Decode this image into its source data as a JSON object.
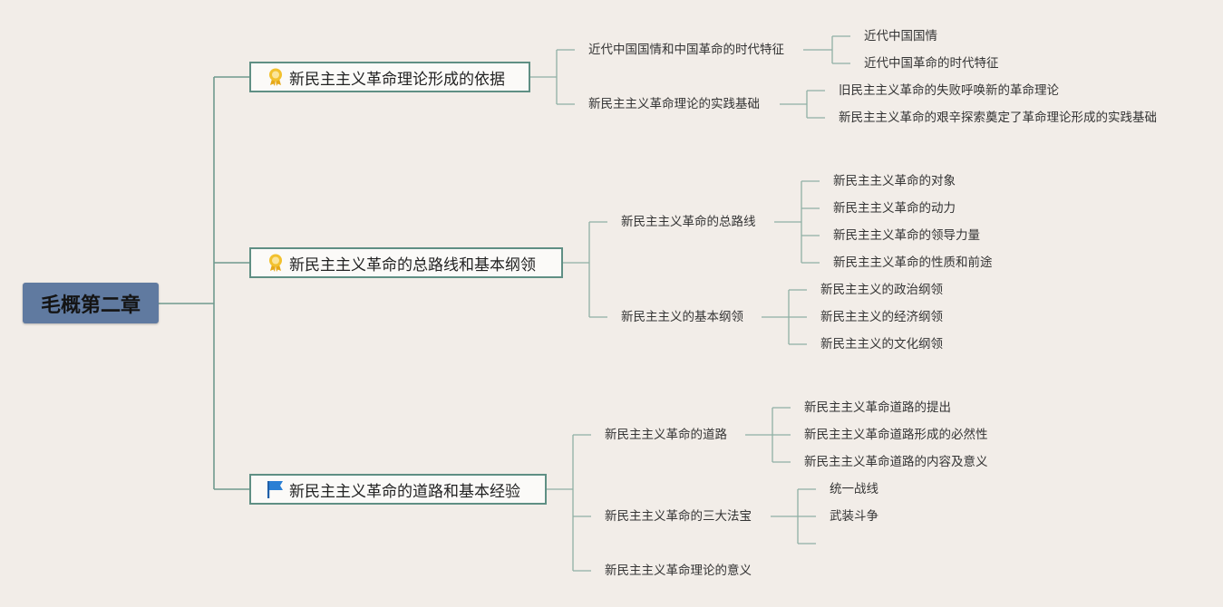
{
  "root": {
    "label": "毛概第二章"
  },
  "branches": [
    {
      "label": "新民主主义革命理论形成的依据",
      "icon": "award-ribbon-icon",
      "children": [
        {
          "label": "近代中国国情和中国革命的时代特征",
          "children": [
            "近代中国国情",
            "近代中国革命的时代特征"
          ]
        },
        {
          "label": "新民主主义革命理论的实践基础",
          "children": [
            "旧民主主义革命的失败呼唤新的革命理论",
            "新民主主义革命的艰辛探索奠定了革命理论形成的实践基础"
          ]
        }
      ]
    },
    {
      "label": "新民主主义革命的总路线和基本纲领",
      "icon": "award-ribbon-icon",
      "children": [
        {
          "label": "新民主主义革命的总路线",
          "children": [
            "新民主主义革命的对象",
            "新民主主义革命的动力",
            "新民主主义革命的领导力量",
            "新民主主义革命的性质和前途"
          ]
        },
        {
          "label": "新民主主义的基本纲领",
          "children": [
            "新民主主义的政治纲领",
            "新民主主义的经济纲领",
            "新民主主义的文化纲领"
          ]
        }
      ]
    },
    {
      "label": "新民主主义革命的道路和基本经验",
      "icon": "blue-flag-icon",
      "children": [
        {
          "label": "新民主主义革命的道路",
          "children": [
            "新民主主义革命道路的提出",
            "新民主主义革命道路形成的必然性",
            "新民主主义革命道路的内容及意义"
          ]
        },
        {
          "label": "新民主主义革命的三大法宝",
          "children": [
            "统一战线",
            "武装斗争",
            ""
          ]
        },
        {
          "label": "新民主主义革命理论的意义",
          "children": []
        }
      ]
    }
  ],
  "colors": {
    "background": "#f2ede8",
    "root_fill": "#607aa0",
    "branch_border": "#5f8f84",
    "connector": "#8fb0a4",
    "award_icon": "#f2c12e",
    "flag_icon": "#2a7fd4"
  }
}
